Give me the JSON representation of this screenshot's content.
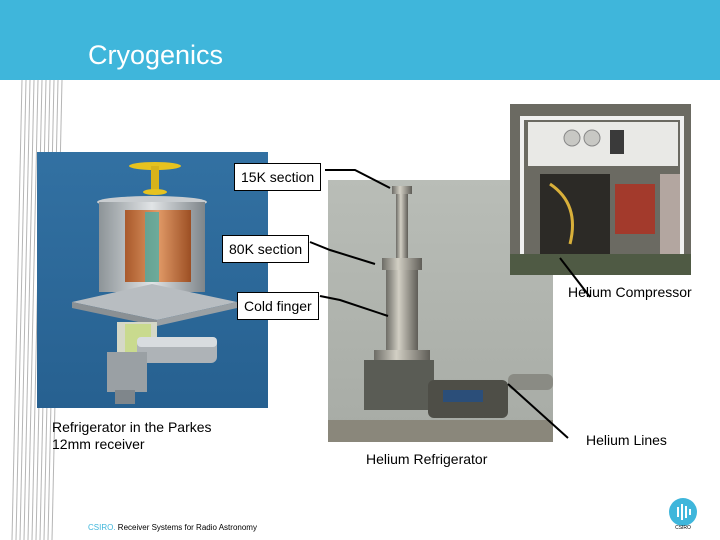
{
  "slide": {
    "title": "Cryogenics",
    "callouts": {
      "k15": "15K section",
      "k80": "80K section",
      "cold": "Cold finger"
    },
    "labels": {
      "compressor": "Helium Compressor",
      "lines": "Helium Lines",
      "refrigerator": "Helium Refrigerator",
      "parkes_1": "Refrigerator in the Parkes",
      "parkes_2": "12mm receiver"
    },
    "footer": {
      "brand": "CSIRO.",
      "text": "Receiver Systems for Radio Astronomy"
    },
    "logo_text": "CSIRO"
  },
  "colors": {
    "header": "#3fb6db",
    "cad_background": "#2d6a99",
    "accent": "#3fb6db"
  }
}
